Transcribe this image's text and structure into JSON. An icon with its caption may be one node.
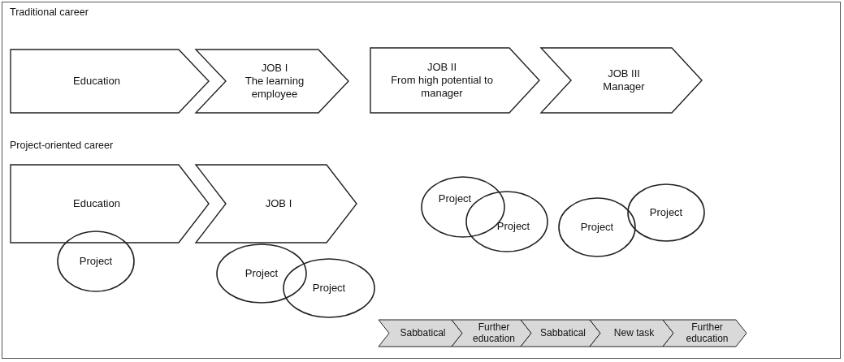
{
  "diagram": {
    "nodes": [
      {
        "text": [
          "Education"
        ]
      },
      {
        "text": [
          "JOB I",
          "The learning employee"
        ]
      },
      {
        "text": [
          "JOB II",
          "From high potential to manager"
        ]
      },
      {
        "text": [
          "JOB III",
          "Manager"
        ]
      },
      {
        "text": [
          "Education"
        ]
      },
      {
        "text": [
          "JOB I"
        ]
      },
      {
        "text": [
          "Project"
        ]
      },
      {
        "text": [
          "Project"
        ]
      },
      {
        "text": [
          "Project"
        ]
      },
      {
        "text": [
          "Project"
        ]
      },
      {
        "text": [
          "Project"
        ]
      },
      {
        "text": [
          "Project"
        ]
      },
      {
        "text": [
          "Project"
        ]
      },
      {
        "text": [
          "Sabbatical"
        ]
      },
      {
        "text": [
          "Further education"
        ]
      },
      {
        "text": [
          "Sabbatical"
        ]
      },
      {
        "text": [
          "New task"
        ]
      },
      {
        "text": [
          "Further education"
        ]
      }
    ],
    "labels": [
      "Traditional career",
      "Project-oriented career"
    ]
  }
}
